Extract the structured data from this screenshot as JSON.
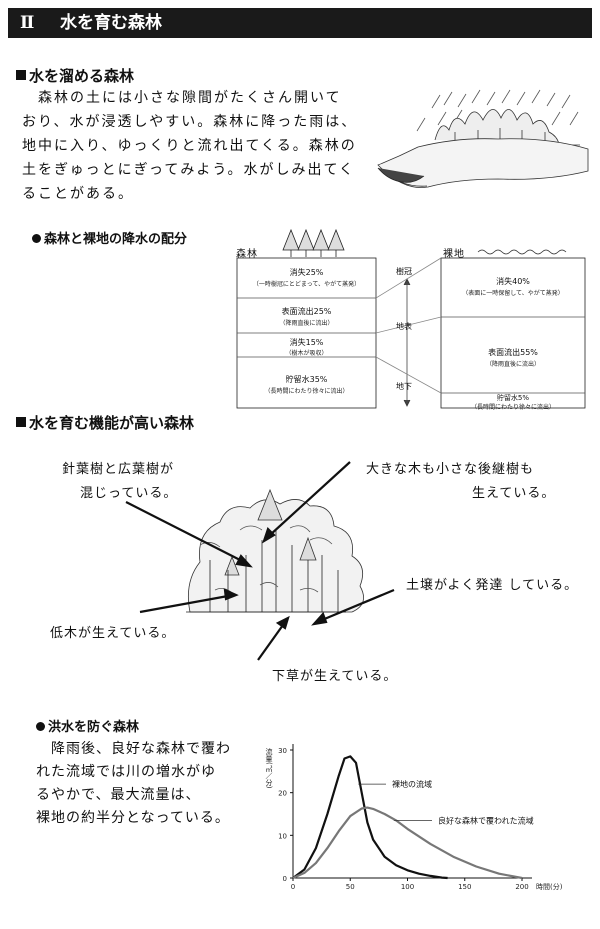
{
  "header": {
    "section_number": "Ⅱ",
    "title": "水を育む森林"
  },
  "sec1": {
    "heading": "水を溜める森林",
    "lines": [
      "　森林の土には小さな隙間がたくさん開いて",
      "おり、水が浸透しやすい。森林に降った雨は、",
      "地中に入り、ゆっくりと流れ出てくる。森林の",
      "土をぎゅっとにぎってみよう。水がしみ出てく",
      "ることがある。"
    ]
  },
  "sec2": {
    "heading": "森林と裸地の降水の配分",
    "forest_label": "森林",
    "bare_label": "裸地",
    "forest_rows": [
      {
        "title": "消失25%",
        "sub": "（一時樹冠にとどまって、やがて蒸発）"
      },
      {
        "title": "表面流出25%",
        "sub": "（降雨直後に流出）"
      },
      {
        "title": "消失15%",
        "sub": "（樹木が吸収）"
      },
      {
        "title": "貯留水35%",
        "sub": "（長時間にわたり徐々に流出）"
      }
    ],
    "bare_rows": [
      {
        "title": "消失40%",
        "sub": "（表面に一時保留して、やがて蒸発）"
      },
      {
        "title": "表面流出55%",
        "sub": "（降雨直後に流出）"
      },
      {
        "title": "貯留水5%",
        "sub": "（長時間にわたり徐々に流出）"
      }
    ],
    "levels": [
      "樹冠",
      "地表",
      "地下"
    ]
  },
  "sec3": {
    "heading": "水を育む機能が高い森林",
    "label_conifer_1": "針葉樹と広葉樹が",
    "label_conifer_2": "混じっている。",
    "label_big_1": "大きな木も小さな後継樹も",
    "label_big_2": "生えている。",
    "label_soil": "土壌がよく発達 している。",
    "label_low": "低木が生えている。",
    "label_grass": "下草が生えている。"
  },
  "sec4": {
    "heading": "洪水を防ぐ森林",
    "lines": [
      "　降雨後、良好な森林で覆わ",
      "れた流域では川の増水がゆ",
      "るやかで、最大流量は、",
      "裸地の約半分となっている。"
    ]
  },
  "chart_data": {
    "type": "line",
    "ylabel": "流量(㎥／分)",
    "xlabel": "時間(分)",
    "xlim": [
      0,
      200
    ],
    "ylim": [
      0,
      30
    ],
    "x_ticks": [
      0,
      50,
      100,
      150,
      200
    ],
    "y_ticks": [
      0,
      10,
      20,
      30
    ],
    "series": [
      {
        "name": "裸地の流域",
        "x": [
          0,
          10,
          20,
          30,
          40,
          45,
          50,
          55,
          60,
          65,
          70,
          80,
          90,
          100,
          110,
          120,
          130,
          135
        ],
        "y": [
          0,
          2,
          7,
          15,
          24,
          28,
          28.5,
          27,
          20,
          13,
          9,
          5,
          3,
          1.8,
          1,
          0.5,
          0.1,
          0
        ]
      },
      {
        "name": "良好な森林で覆われた流域",
        "x": [
          0,
          10,
          20,
          30,
          40,
          50,
          60,
          65,
          70,
          80,
          90,
          100,
          120,
          140,
          160,
          180,
          200
        ],
        "y": [
          0,
          1.2,
          3.5,
          7,
          11,
          14.5,
          16.3,
          16.5,
          16.2,
          15,
          13.5,
          11.5,
          8,
          5,
          2.7,
          1,
          0
        ]
      }
    ]
  }
}
